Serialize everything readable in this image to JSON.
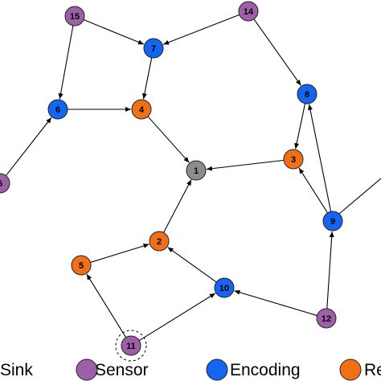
{
  "colors": {
    "sink": "#8c8c8c",
    "sensor": "#9e5fa8",
    "encoding": "#1565f0",
    "relay": "#f07018",
    "edge": "#000000",
    "node_stroke": "#222222"
  },
  "nodes": [
    {
      "id": "1",
      "label": "1",
      "role": "sink"
    },
    {
      "id": "2",
      "label": "2",
      "role": "relay"
    },
    {
      "id": "3",
      "label": "3",
      "role": "relay"
    },
    {
      "id": "4",
      "label": "4",
      "role": "relay"
    },
    {
      "id": "5",
      "label": "5",
      "role": "relay"
    },
    {
      "id": "6",
      "label": "6",
      "role": "encoding"
    },
    {
      "id": "7",
      "label": "7",
      "role": "encoding"
    },
    {
      "id": "8",
      "label": "8",
      "role": "encoding"
    },
    {
      "id": "9",
      "label": "9",
      "role": "encoding"
    },
    {
      "id": "10",
      "label": "10",
      "role": "encoding"
    },
    {
      "id": "11",
      "label": "11",
      "role": "sensor",
      "highlighted": true
    },
    {
      "id": "12",
      "label": "12",
      "role": "sensor"
    },
    {
      "id": "14",
      "label": "14",
      "role": "sensor"
    },
    {
      "id": "15",
      "label": "15",
      "role": "sensor"
    },
    {
      "id": "16",
      "label": "6",
      "role": "sensor"
    }
  ],
  "edges": [
    {
      "from": "15",
      "to": "7"
    },
    {
      "from": "15",
      "to": "6"
    },
    {
      "from": "14",
      "to": "7"
    },
    {
      "from": "14",
      "to": "8"
    },
    {
      "from": "7",
      "to": "4"
    },
    {
      "from": "6",
      "to": "4"
    },
    {
      "from": "16",
      "to": "6"
    },
    {
      "from": "4",
      "to": "1"
    },
    {
      "from": "3",
      "to": "1"
    },
    {
      "from": "8",
      "to": "3"
    },
    {
      "from": "9",
      "to": "3"
    },
    {
      "from": "9",
      "to": "8"
    },
    {
      "from": "2",
      "to": "1"
    },
    {
      "from": "5",
      "to": "2"
    },
    {
      "from": "10",
      "to": "2"
    },
    {
      "from": "11",
      "to": "5"
    },
    {
      "from": "11",
      "to": "10"
    },
    {
      "from": "12",
      "to": "10"
    },
    {
      "from": "12",
      "to": "9"
    }
  ],
  "legend": [
    {
      "role": "sink",
      "label": "Sink"
    },
    {
      "role": "sensor",
      "label": "Sensor"
    },
    {
      "role": "encoding",
      "label": "Encoding"
    },
    {
      "role": "relay",
      "label": "Re"
    }
  ]
}
